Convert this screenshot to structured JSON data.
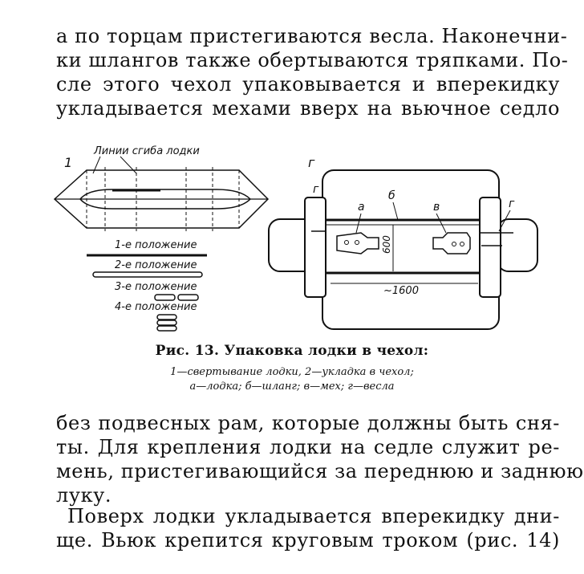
{
  "text_top": [
    "а по торцам пристегиваются весла. Наконечни-",
    "ки шлангов также обертываются тряпками. По-",
    "сле этого чехол упаковывается и вперекидку",
    "укладывается мехами вверх на вьючное седло"
  ],
  "figure": {
    "left_label": "1",
    "fold_lines_label": "Линии сгиба лодки",
    "positions": [
      "1-е положение",
      "2-е положение",
      "3-е положение",
      "4-е положение"
    ],
    "right_label": "г",
    "labels": {
      "g_left": "г",
      "a": "а",
      "b": "б",
      "v": "в",
      "g_right": "г"
    },
    "dim_width": "600",
    "dim_length": "~1600"
  },
  "caption": {
    "title": "Рис. 13. Упаковка лодки в чехол:",
    "line1": "1—свертывание лодки, 2—укладка в чехол;",
    "line2": "а—лодка; б—шланг; в—мех; г—весла"
  },
  "text_mid": [
    "без подвесных рам, которые должны быть сня-",
    "ты. Для крепления лодки на седле служит ре-",
    "мень, пристегивающийся за переднюю и заднюю",
    "луку."
  ],
  "text_bot": [
    "Поверх лодки укладывается вперекидку дни-",
    "ще. Вьюк крепится круговым троком (рис. 14)"
  ]
}
